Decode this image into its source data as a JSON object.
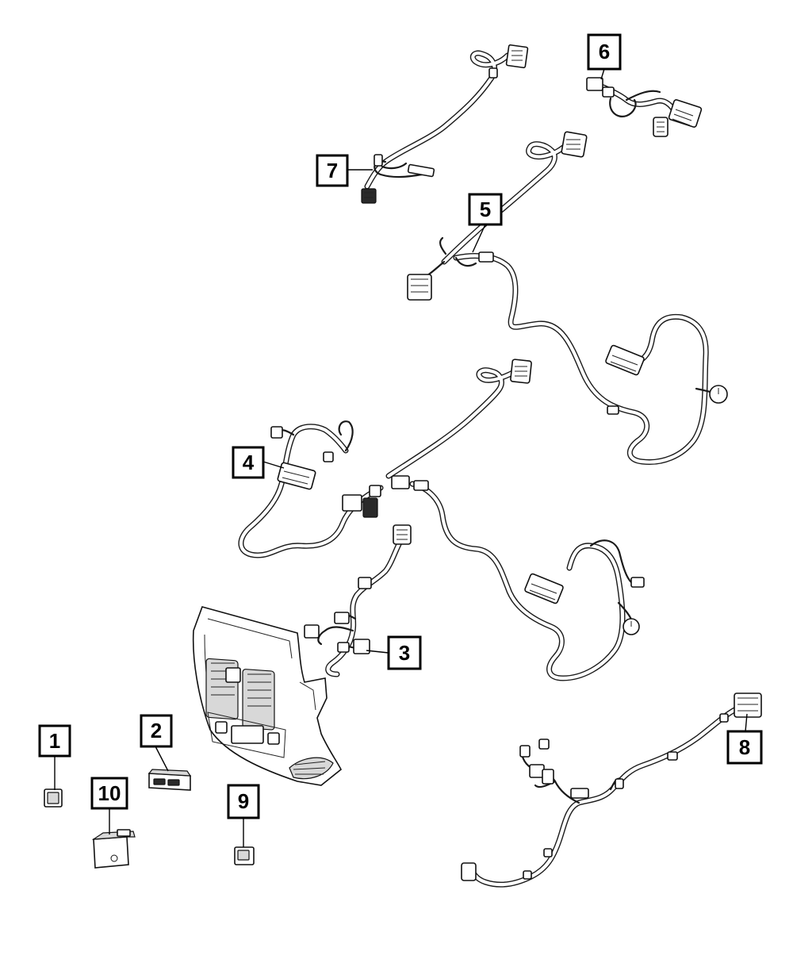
{
  "callouts": {
    "c1": "1",
    "c2": "2",
    "c3": "3",
    "c4": "4",
    "c5": "5",
    "c6": "6",
    "c7": "7",
    "c8": "8",
    "c9": "9",
    "c10": "10"
  },
  "switch_label_lines": [
    "",
    ""
  ],
  "colors": {
    "line": "#1a1a1a",
    "background": "#ffffff",
    "box_stroke": "#000000"
  }
}
